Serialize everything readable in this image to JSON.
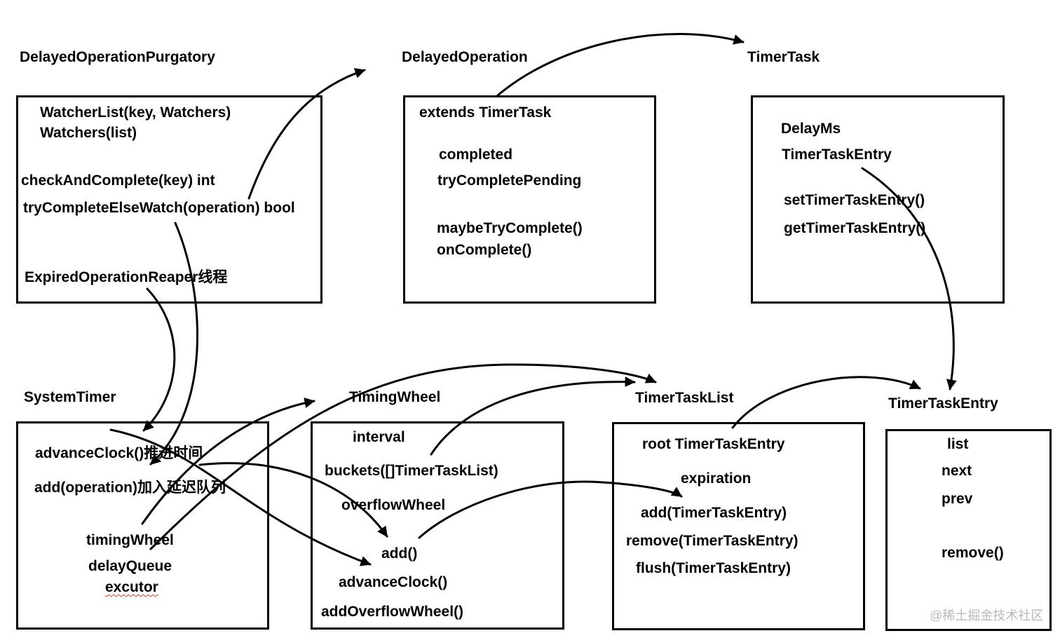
{
  "purgatory": {
    "title": "DelayedOperationPurgatory",
    "lines": [
      "WatcherList(key, Watchers)",
      "Watchers(list)",
      "checkAndComplete(key) int",
      "tryCompleteElseWatch(operation) bool",
      "ExpiredOperationReaper线程"
    ]
  },
  "delayed_operation": {
    "title": "DelayedOperation",
    "lines": [
      "extends TimerTask",
      "completed",
      "tryCompletePending",
      "maybeTryComplete()",
      "onComplete()"
    ]
  },
  "timer_task": {
    "title": "TimerTask",
    "lines": [
      "DelayMs",
      "TimerTaskEntry",
      "setTimerTaskEntry()",
      "getTimerTaskEntry()"
    ]
  },
  "system_timer": {
    "title": "SystemTimer",
    "lines": [
      "advanceClock()推进时间",
      "add(operation)加入延迟队列",
      "timingWheel",
      "delayQueue",
      "excutor"
    ]
  },
  "timing_wheel": {
    "title": "TimingWheel",
    "lines": [
      "interval",
      "buckets([]TimerTaskList)",
      "overflowWheel",
      "add()",
      "advanceClock()",
      "addOverflowWheel()"
    ]
  },
  "timer_task_list": {
    "title": "TimerTaskList",
    "lines": [
      "root TimerTaskEntry",
      "expiration",
      "add(TimerTaskEntry)",
      "remove(TimerTaskEntry)",
      "flush(TimerTaskEntry)"
    ]
  },
  "timer_task_entry": {
    "title": "TimerTaskEntry",
    "lines": [
      "list",
      "next",
      "prev",
      "remove()"
    ]
  },
  "watermark": "@稀土掘金技术社区",
  "colors": {
    "stroke": "#000000",
    "spellcheck_underline": "#d23a2a",
    "watermark": "#b9b9b9"
  }
}
